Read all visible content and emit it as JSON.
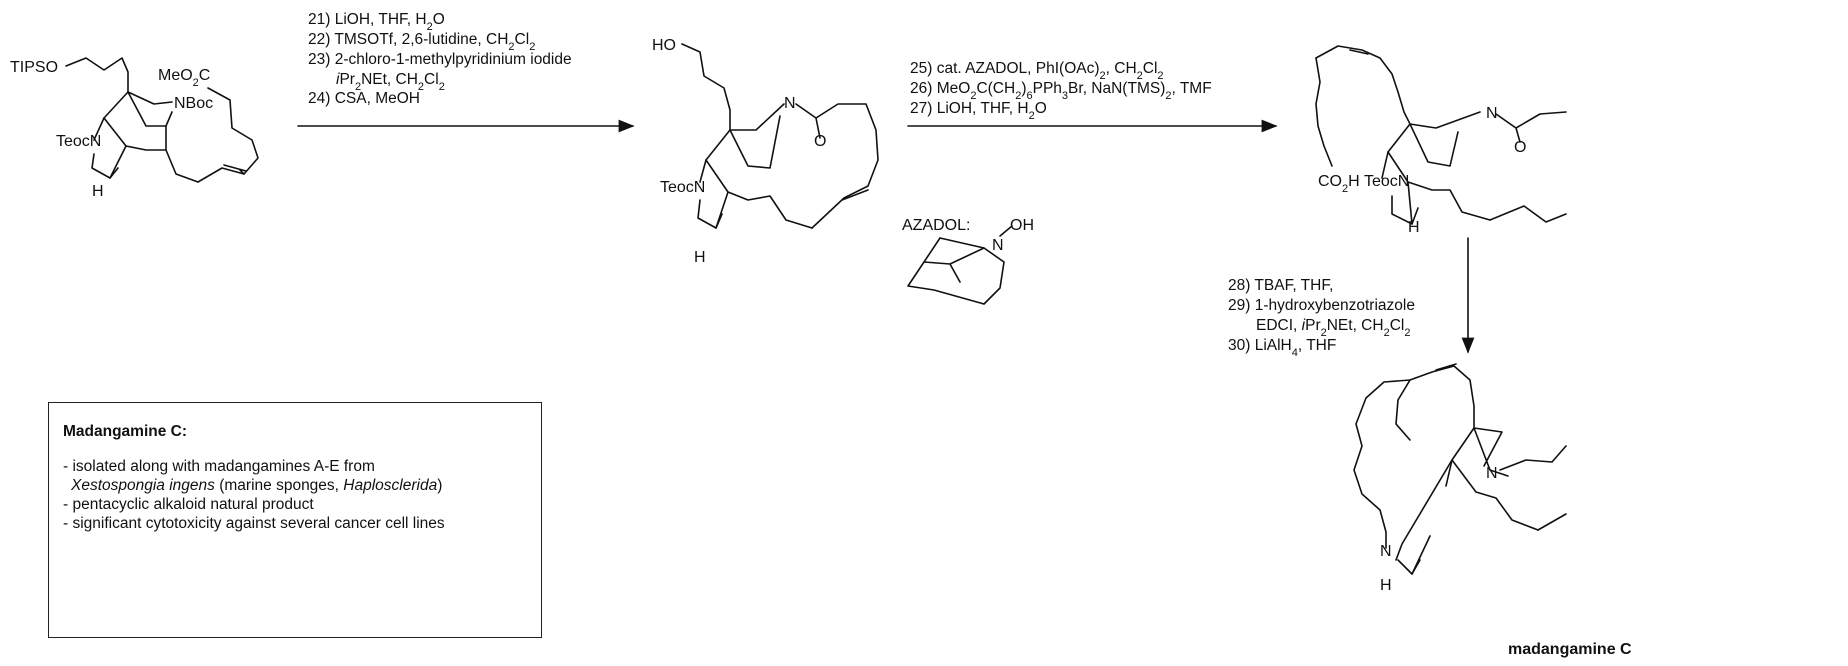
{
  "reagents_1": [
    {
      "t": "21) LiOH, THF, H",
      "sub": "2",
      "tail": "O"
    },
    {
      "t": "22) TMSOTf, 2,6-lutidine, CH",
      "sub": "2",
      "tail": "Cl",
      "sub2": "2"
    },
    {
      "t": "23) 2-chloro-1-methylpyridinium iodide"
    },
    {
      "t": "i",
      "italic": true,
      "tail": "Pr",
      "sub": "2",
      "tail2": "NEt, CH",
      "sub2": "2",
      "tail3": "Cl",
      "sub3": "2"
    },
    {
      "t": "24) CSA, MeOH"
    }
  ],
  "reagents_1_text": [
    "21) LiOH, THF, H2O",
    "22) TMSOTf, 2,6-lutidine, CH2Cl2",
    "23) 2-chloro-1-methylpyridinium iodide",
    "iPr2NEt, CH2Cl2",
    "24) CSA, MeOH"
  ],
  "reagents_2_text": [
    "25) cat. AZADOL, PhI(OAc)2, CH2Cl2",
    "26) MeO2C(CH2)6PPh3Br, NaN(TMS)2, TMF",
    "27) LiOH, THF, H2O"
  ],
  "reagents_3_text": [
    "28) TBAF, THF,",
    "29) 1-hydroxybenzotriazole",
    "EDCI, iPr2NEt, CH2Cl2",
    "30) LiAlH4, THF"
  ],
  "labels": {
    "tipso": "TIPSO",
    "meo2c": "MeO2C",
    "nboc": "NBoc",
    "teocn": "TeocN",
    "h": "H",
    "ho": "HO",
    "n": "N",
    "o": "O",
    "co2h": "CO2H",
    "azadol_label": "AZADOL:",
    "oh": "OH",
    "product_name": "madangamine C"
  },
  "info_box": {
    "title": "Madangamine C:",
    "bullets": [
      "- isolated along with madangamines A-E from",
      "Xestospongia ingens (marine sponges, Haplosclerida)",
      "- pentacyclic alkaloid natural product",
      "- significant cytotoxicity against several cancer cell lines"
    ]
  },
  "colors": {
    "ink": "#111111",
    "background": "#ffffff"
  }
}
